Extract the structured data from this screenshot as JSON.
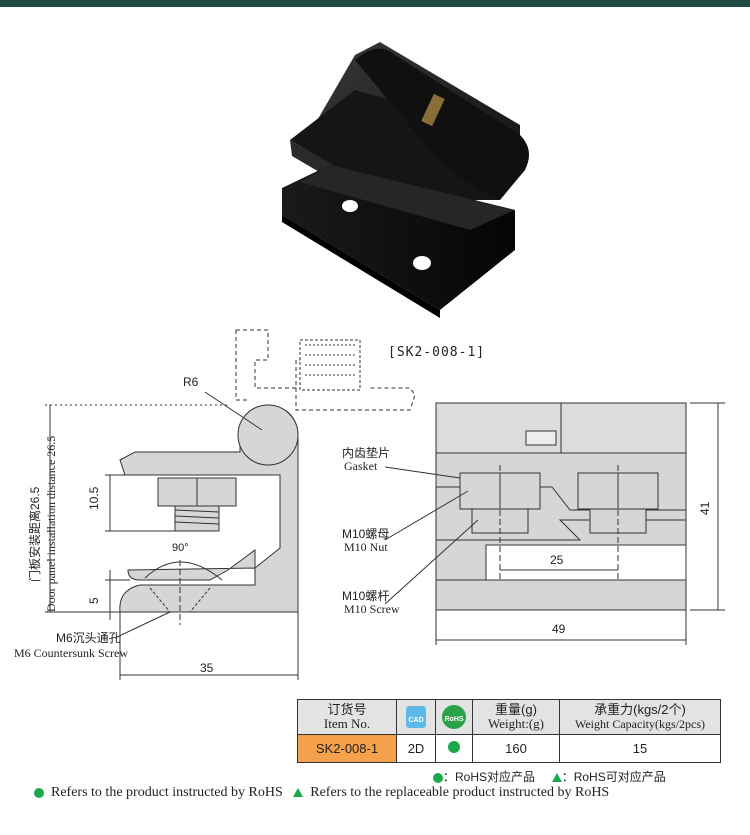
{
  "product": {
    "code_label": "[SK2-008-1]"
  },
  "dimensions": {
    "r6": "R6",
    "d10_5": "10.5",
    "angle": "90°",
    "d5": "5",
    "d35": "35",
    "d25": "25",
    "d41": "41",
    "d49": "49"
  },
  "side_labels": {
    "cn": "门板安装距离26.5",
    "en": "Door panel installation distance 26.5"
  },
  "callouts": {
    "m6_cn": "M6沉头通孔",
    "m6_en": "M6 Countersunk Screw",
    "gasket_cn": "内齿垫片",
    "gasket_en": "Gasket",
    "nut_cn": "M10螺母",
    "nut_en": "M10 Nut",
    "screw_cn": "M10螺杆",
    "screw_en": "M10 Screw"
  },
  "table": {
    "item_cn": "订货号",
    "item_en": "Item No.",
    "cad_icon_text": "CAD",
    "rohs_icon_text": "RoHS",
    "weight_cn": "重量(g)",
    "weight_en": "Weight:(g)",
    "capacity_cn": "承重力(kgs/2个)",
    "capacity_en": "Weight Capacity(kgs/2pcs)",
    "row": {
      "item": "SK2-008-1",
      "cad": "2D",
      "weight": "160",
      "capacity": "15"
    }
  },
  "legend_cn": {
    "rohs": "：RoHS对应产品",
    "replaceable": "：RoHS可对应产品"
  },
  "legend_en": {
    "rohs": "Refers to the product instructed by RoHS",
    "replaceable": "Refers to the replaceable product instructed by RoHS"
  },
  "colors": {
    "header_bar": "#1f4a40",
    "part_fill": "#d4d6d8",
    "green_mark": "#19a84a",
    "item_cell": "#f5a04a"
  }
}
